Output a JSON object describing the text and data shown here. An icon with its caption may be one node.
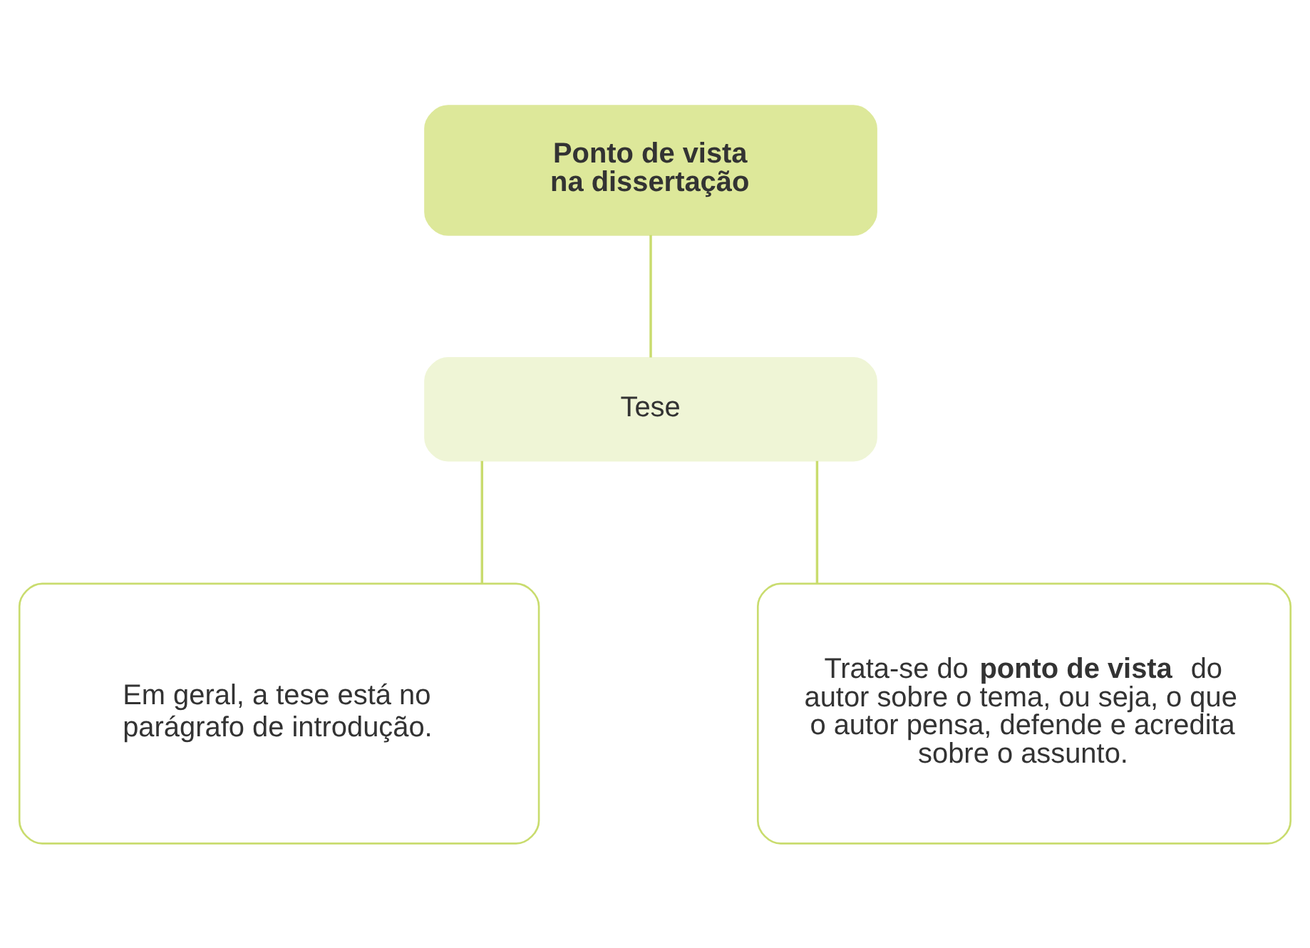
{
  "diagram": {
    "nodes": [
      {
        "text": [
          "Ponto de vista na dissertação"
        ]
      },
      {
        "text": [
          "Tese"
        ]
      },
      {
        "text": [
          "Em geral, a tese está no parágrafo de introdução."
        ]
      },
      {
        "text": [
          "Trata-se do **ponto de vista** do autor sobre o tema, ou seja, o que o autor pensa, defende e acredita sobre o assunto."
        ]
      }
    ],
    "edges": [
      {
        "from": 0,
        "to": 1,
        "arrow": "none"
      },
      {
        "from": 1,
        "to": 2,
        "arrow": "none"
      },
      {
        "from": 1,
        "to": 3,
        "arrow": "none"
      }
    ]
  }
}
